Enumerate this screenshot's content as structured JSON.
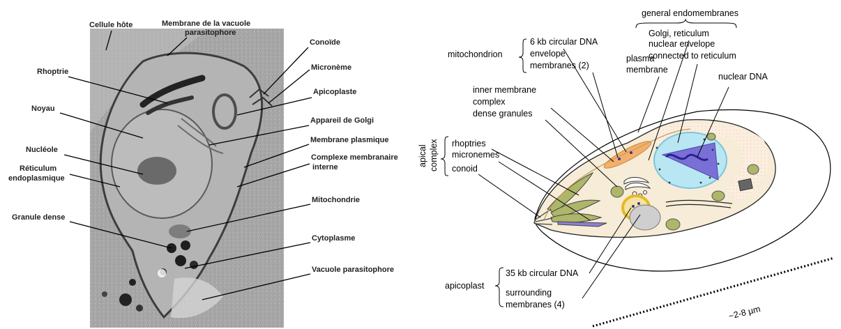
{
  "left_panel": {
    "labels": {
      "cellule_hote": "Cellule hôte",
      "membrane_vacuole_1": "Membrane de la vacuole",
      "membrane_vacuole_2": "parasitophore",
      "conoide": "Conoïde",
      "microneme": "Micronème",
      "rhoptrie": "Rhoptrie",
      "apicoplaste": "Apicoplaste",
      "noyau": "Noyau",
      "appareil_golgi": "Appareil de Golgi",
      "membrane_plasmique": "Membrane plasmique",
      "nucleole": "Nucléole",
      "complexe_1": "Complexe membranaire",
      "complexe_2": "interne",
      "reticulum_1": "Réticulum",
      "reticulum_2": "endoplasmique",
      "mitochondrie": "Mitochondrie",
      "granule_dense": "Granule dense",
      "cytoplasme": "Cytoplasme",
      "vacuole_parasitophore": "Vacuole parasitophore"
    }
  },
  "right_panel": {
    "labels": {
      "general_endomembranes": "general endomembranes",
      "golgi_reticulum": "Golgi, reticulum",
      "nuclear_envelope_1": "nuclear envelope",
      "nuclear_envelope_2": "connected to reticulum",
      "nuclear_dna": "nuclear DNA",
      "mito_dna": "6 kb circular DNA",
      "mito_envelope_1": "envelope",
      "mito_envelope_2": "membranes (2)",
      "mitochondrion": "mitochondrion",
      "plasma_membrane_1": "plasma",
      "plasma_membrane_2": "membrane",
      "inner_membrane_1": "inner membrane",
      "inner_membrane_2": "complex",
      "dense_granules": "dense granules",
      "rhoptries": "rhoptries",
      "micronemes": "micronemes",
      "conoid": "conoid",
      "apical": "apical",
      "complex": "complex",
      "api_dna": "35 kb circular DNA",
      "apicoplast": "apicoplast",
      "surrounding_1": "surrounding",
      "surrounding_2": "membranes (4)",
      "size": "~2-8 µm"
    }
  },
  "colors": {
    "micrograph_bg": "#a9a9a9",
    "cytoplasm": "#f6ecd7",
    "nucleus": "#b9e6f3",
    "chromatin": "#6f5bd0",
    "mitochondrion": "#f3b06b",
    "organelle_green": "#aeb66a",
    "apicoplast_ring": "#e6b828"
  }
}
